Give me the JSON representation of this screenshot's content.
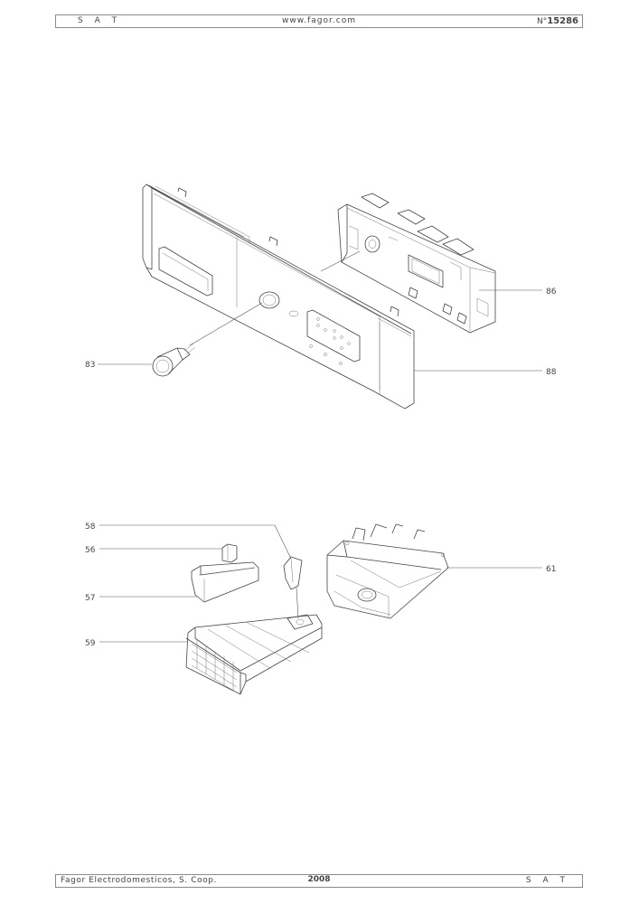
{
  "header": {
    "left": "S A T",
    "center": "www.fagor.com",
    "right_prefix": "N°",
    "right_number": "15286"
  },
  "footer": {
    "left": "Fagor Electrodomesticos, S. Coop.",
    "center": "2008",
    "right": "S A T"
  },
  "callouts": {
    "c83": "83",
    "c86": "86",
    "c88": "88",
    "c58": "58",
    "c56": "56",
    "c57": "57",
    "c59": "59",
    "c61": "61"
  }
}
